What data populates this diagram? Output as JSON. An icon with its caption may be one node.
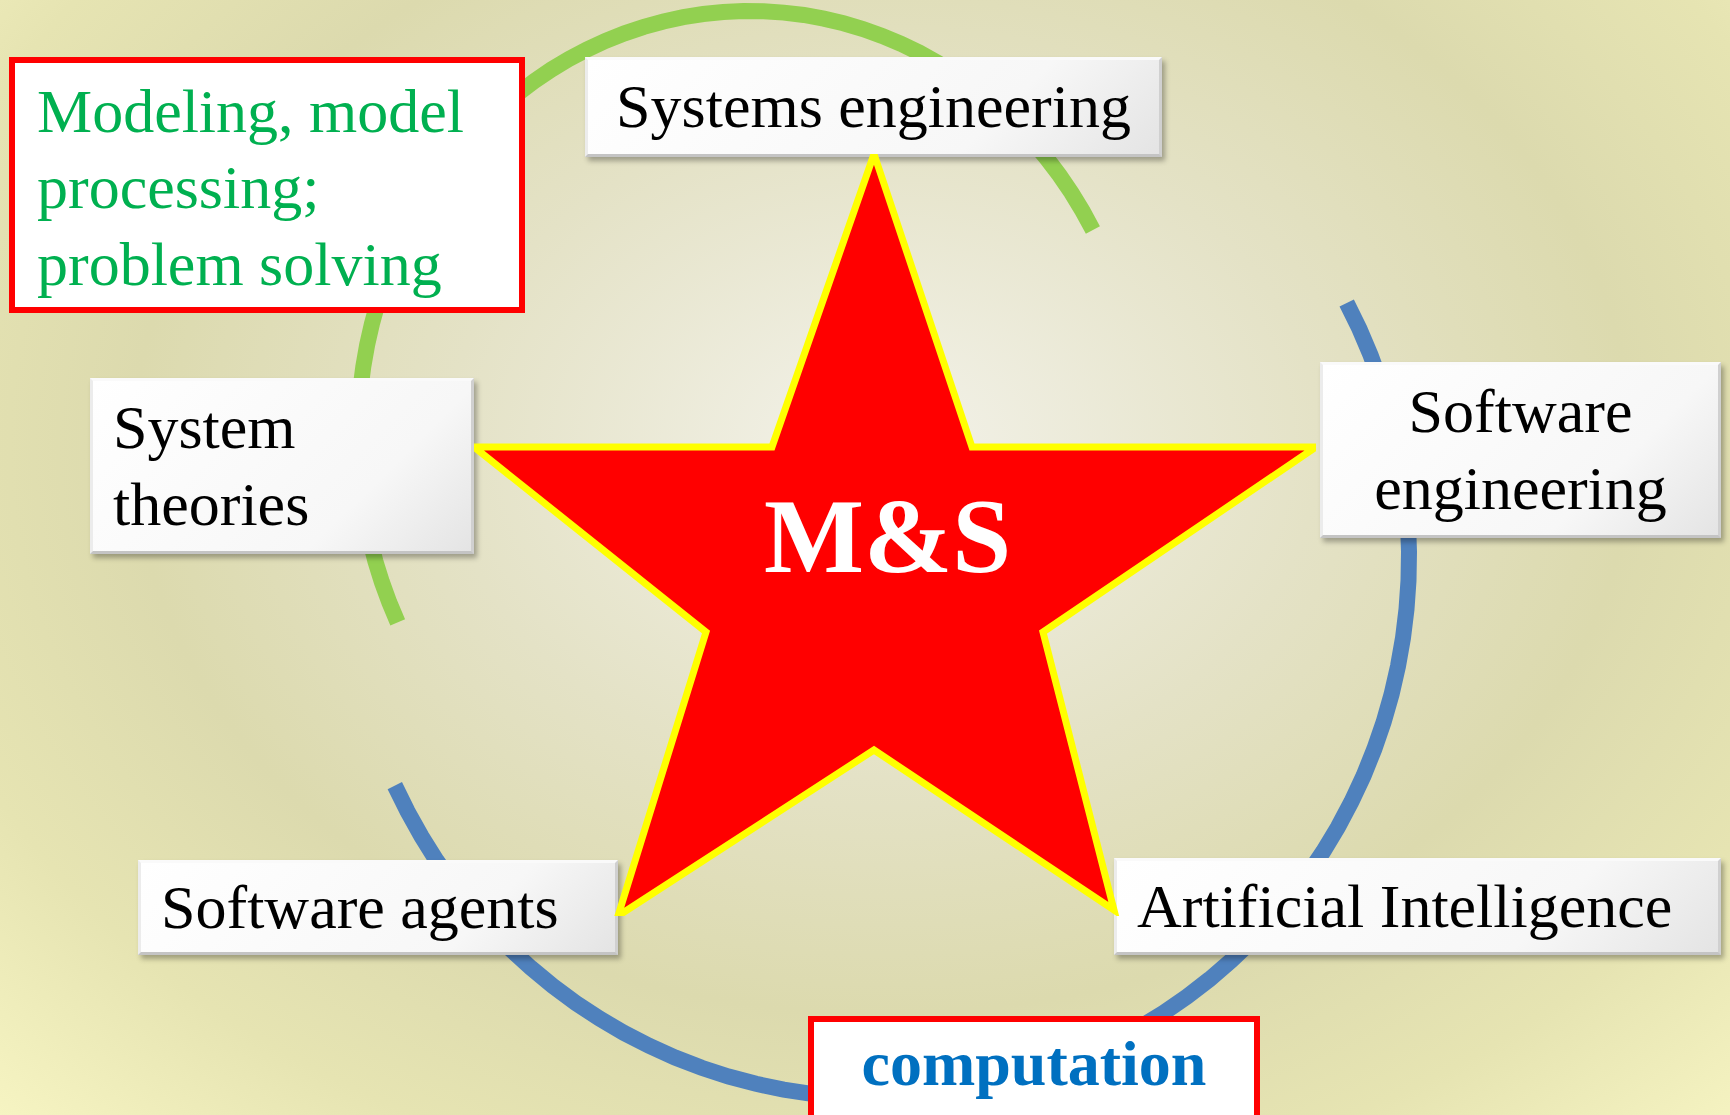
{
  "diagram": {
    "nodes": [
      {
        "text": [
          "Modeling, model processing; problem solving"
        ]
      },
      {
        "text": [
          "Systems engineering"
        ]
      },
      {
        "text": [
          "System theories"
        ]
      },
      {
        "text": [
          "Software engineering"
        ]
      },
      {
        "text": [
          "Software agents"
        ]
      },
      {
        "text": [
          "Artificial Intelligence"
        ]
      },
      {
        "text": [
          "M&S"
        ]
      },
      {
        "text": [
          "computation"
        ]
      }
    ]
  }
}
